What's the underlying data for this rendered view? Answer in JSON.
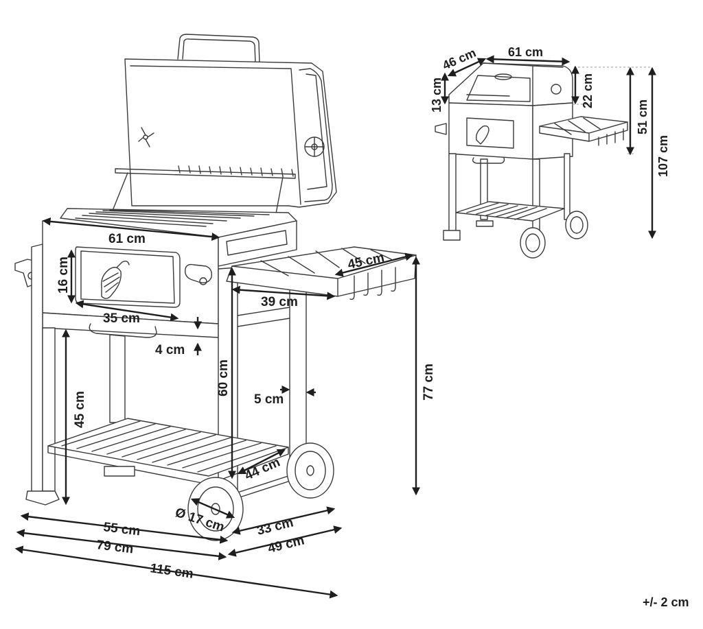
{
  "main_view": {
    "labels": {
      "lid_width": "61 cm",
      "window_height": "16 cm",
      "window_width": "35 cm",
      "handle_gap": "4 cm",
      "lower_height": "45 cm",
      "body_height": "60 cm",
      "leg_width": "5 cm",
      "shelf_width": "45 cm",
      "shelf_depth": "39 cm",
      "total_height": "77 cm",
      "rack_depth": "44 cm",
      "wheel_diameter": "Ø 17 cm",
      "base_width": "55 cm",
      "overall_width": "79 cm",
      "overall_length": "115 cm",
      "base_depth": "33 cm",
      "overall_depth": "49 cm"
    }
  },
  "thumb_view": {
    "labels": {
      "depth": "46 cm",
      "width": "61 cm",
      "small_height": "13 cm",
      "lid_height": "22 cm",
      "upper_height": "51 cm",
      "total_height": "107 cm"
    }
  },
  "tolerance": "+/- 2 cm"
}
